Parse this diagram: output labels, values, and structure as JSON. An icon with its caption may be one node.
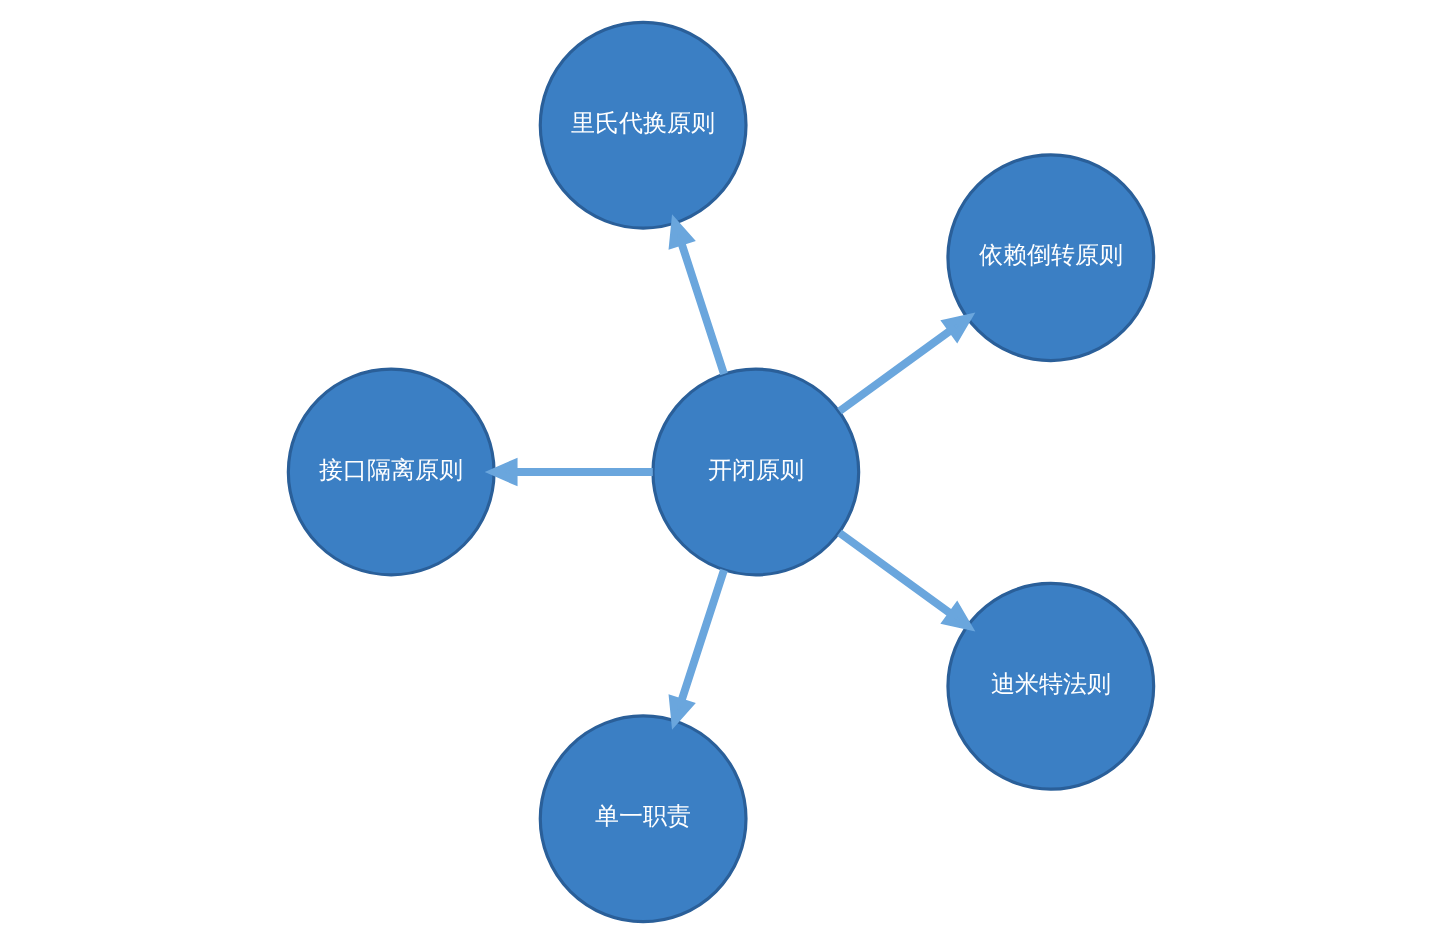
{
  "diagram": {
    "nodes": [
      {
        "text": [
          "依赖倒转原则"
        ]
      },
      {
        "text": [
          "里氏代换原则"
        ]
      },
      {
        "text": [
          "开闭原则"
        ]
      },
      {
        "text": [
          "接口隔离原则"
        ]
      },
      {
        "text": [
          "单一职责"
        ]
      },
      {
        "text": [
          "迪米特法则"
        ]
      }
    ],
    "edges": [
      {
        "from": 2,
        "to": 0,
        "arrow": "to"
      },
      {
        "from": 2,
        "to": 3,
        "arrow": "to"
      },
      {
        "from": 2,
        "to": 5,
        "arrow": "to"
      },
      {
        "from": 2,
        "to": 4,
        "arrow": "to"
      },
      {
        "from": 2,
        "to": 1,
        "arrow": "to"
      }
    ]
  }
}
